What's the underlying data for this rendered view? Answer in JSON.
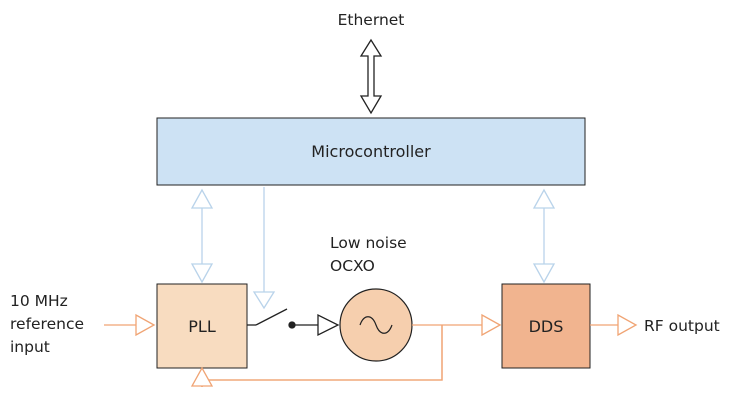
{
  "labels": {
    "ethernet": "Ethernet",
    "microcontroller": "Microcontroller",
    "ocxo_line1": "Low noise",
    "ocxo_line2": "OCXO",
    "ref_line1": "10 MHz",
    "ref_line2": "reference",
    "ref_line3": "input",
    "pll": "PLL",
    "dds": "DDS",
    "rf_output": "RF output"
  },
  "colors": {
    "microcontroller_fill": "#cde2f4",
    "pll_fill": "#f8dcc0",
    "ocxo_fill": "#f6cfae",
    "dds_fill": "#f1b48f",
    "rf_signal": "#f0a474",
    "control_signal": "#b9d3ea",
    "outline": "#222222"
  }
}
